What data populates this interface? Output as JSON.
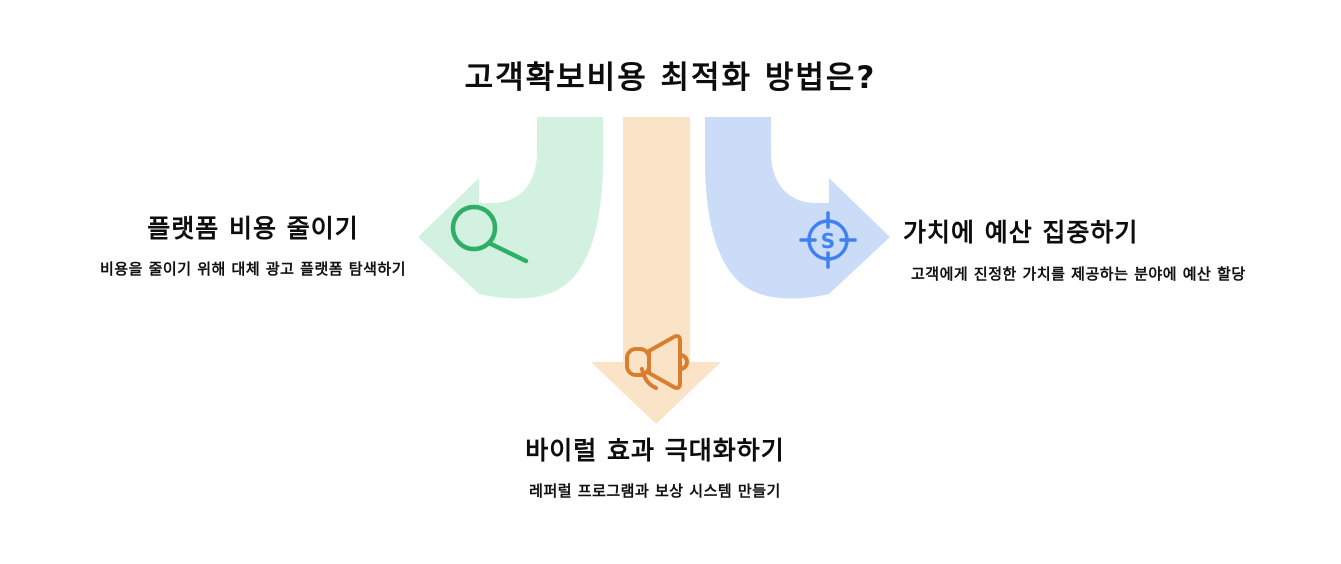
{
  "diagram": {
    "title": "고객확보비용 최적화 방법은?",
    "items": [
      {
        "position": "left",
        "title": "플랫폼 비용 줄이기",
        "description": "비용을 줄이기 위해 대체 광고 플랫폼 탐색하기",
        "icon": "magnifier-icon",
        "arrow_direction": "down-then-left"
      },
      {
        "position": "right",
        "title": "가치에 예산 집중하기",
        "description": "고객에게 진정한 가치를 제공하는 분야에 예산 할당",
        "icon": "target-dollar-icon",
        "icon_letter": "S",
        "arrow_direction": "down-then-right"
      },
      {
        "position": "bottom",
        "title": "바이럴 효과 극대화하기",
        "description": "레퍼럴 프로그램과 보상 시스템 만들기",
        "icon": "megaphone-icon",
        "arrow_direction": "down"
      }
    ]
  },
  "colors": {
    "green_fill": "#d3f1e1",
    "green_stroke": "#2fae68",
    "orange_fill": "#fbe3c8",
    "orange_stroke": "#d97e2e",
    "blue_fill": "#cbdcf8",
    "blue_stroke": "#4080ef",
    "text": "#0d0d0d",
    "background": "#ffffff"
  }
}
